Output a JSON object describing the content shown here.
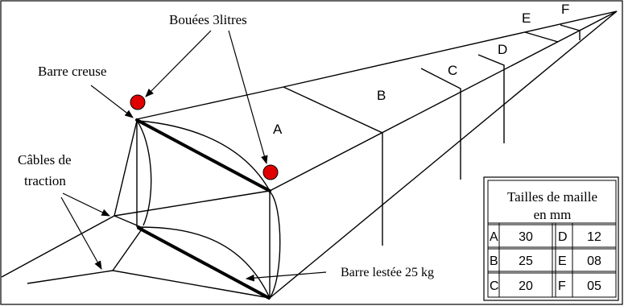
{
  "labels": {
    "bouees": "Bouées 3litres",
    "barre_creuse": "Barre creuse",
    "cables_line1": "Câbles de",
    "cables_line2": "traction",
    "barre_lestee": "Barre lestée 25 kg"
  },
  "sections": [
    "A",
    "B",
    "C",
    "D",
    "E",
    "F"
  ],
  "table": {
    "title_line1": "Tailles de maille",
    "title_line2": "en mm",
    "rows": [
      {
        "k1": "A",
        "v1": "30",
        "k2": "D",
        "v2": "12"
      },
      {
        "k1": "B",
        "v1": "25",
        "k2": "E",
        "v2": "08"
      },
      {
        "k1": "C",
        "v1": "20",
        "k2": "F",
        "v2": "05"
      }
    ]
  },
  "colors": {
    "buoy": "#e00000",
    "line": "#000000"
  }
}
